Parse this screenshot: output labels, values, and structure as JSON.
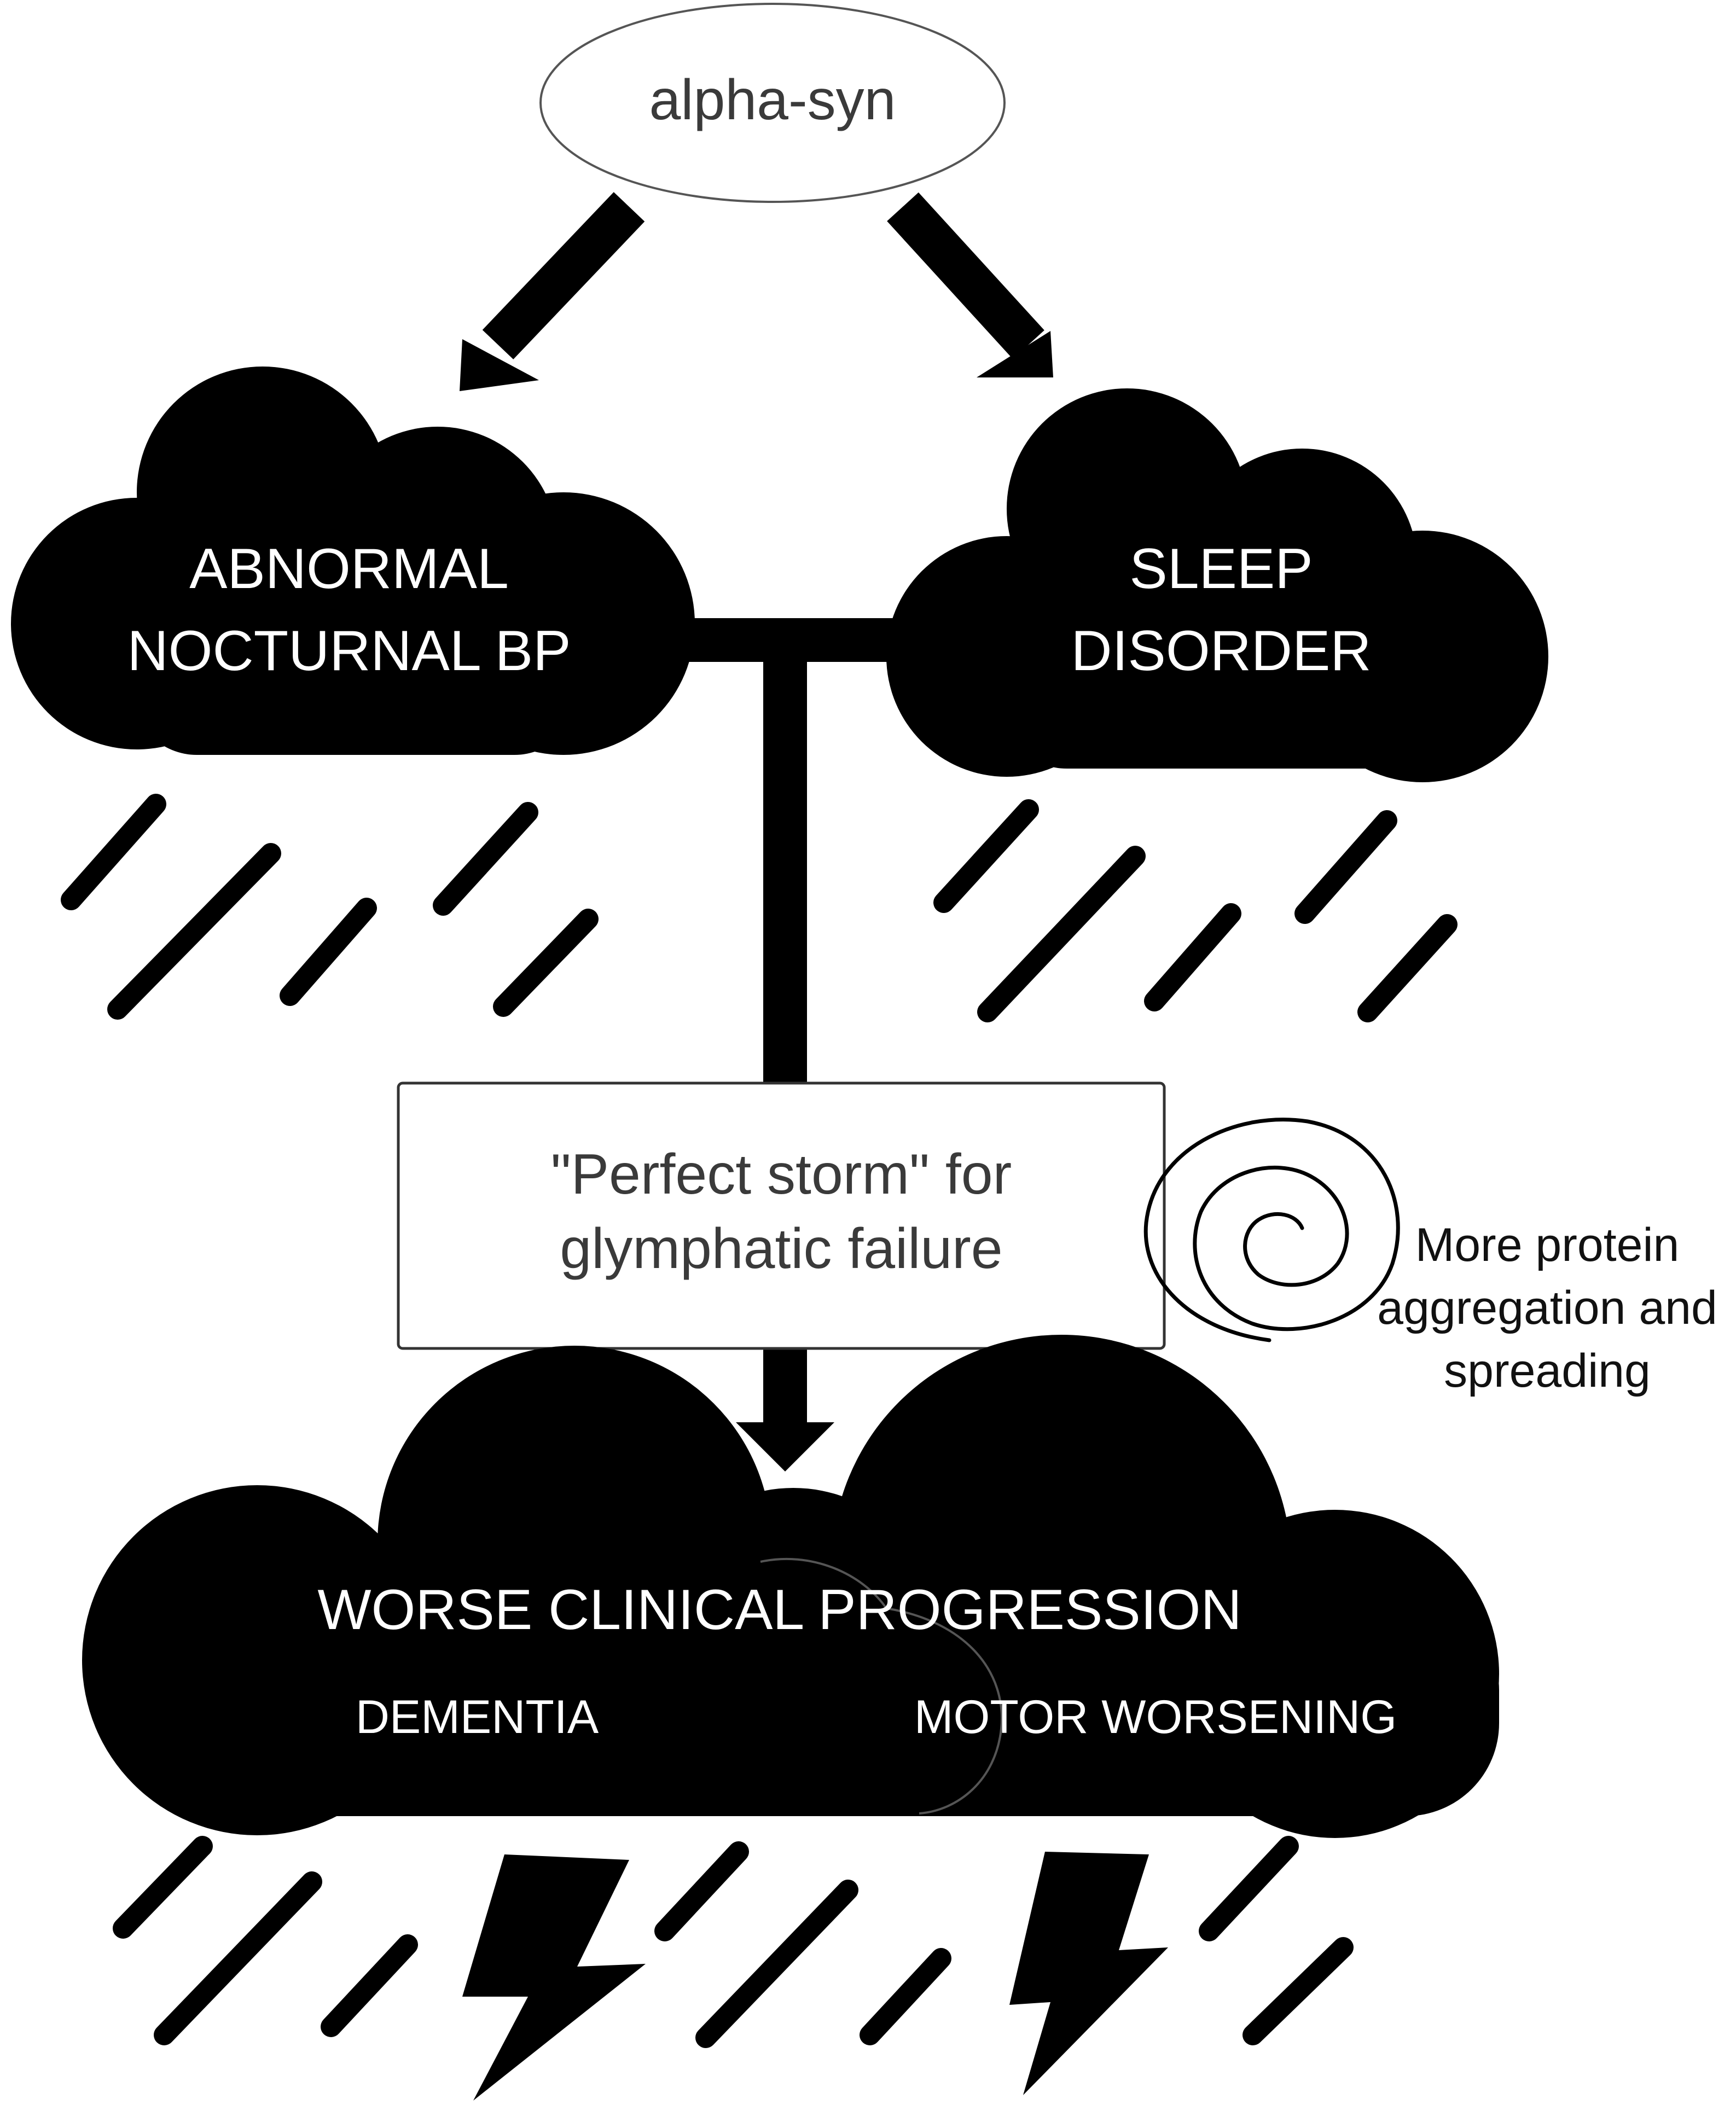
{
  "nodes": {
    "source": "alpha-syn",
    "cloud_left": {
      "line1": "ABNORMAL",
      "line2": "NOCTURNAL BP"
    },
    "cloud_right": {
      "line1": "SLEEP",
      "line2": "DISORDER"
    },
    "storm_box": {
      "line1": "\"Perfect storm\" for",
      "line2": "glymphatic failure"
    },
    "spiral_note": {
      "line1": "More protein",
      "line2": "aggregation and",
      "line3": "spreading"
    },
    "outcome_cloud": {
      "title": "WORSE CLINICAL PROGRESSION",
      "left_label": "DEMENTIA",
      "right_label": "MOTOR WORSENING"
    }
  },
  "colors": {
    "ink": "#000000",
    "label_on_dark": "#ffffff",
    "label_on_light": "#3a3a3a",
    "outline": "#555555",
    "background": "#ffffff"
  },
  "icons": [
    "rain-icon",
    "lightning-bolt-icon",
    "spiral-icon",
    "arrow-icon",
    "cloud-icon"
  ]
}
